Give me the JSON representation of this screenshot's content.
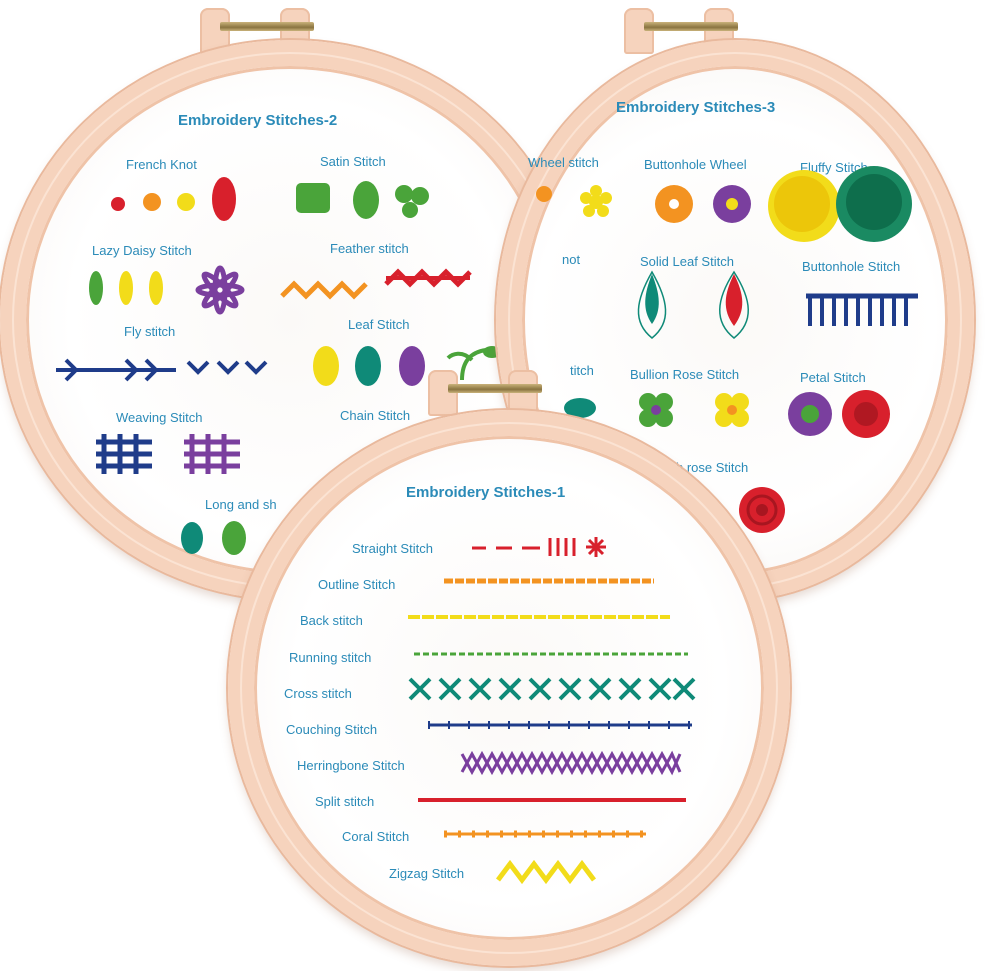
{
  "hoops": [
    {
      "title": "Embroidery Stitches-2",
      "labels": [
        "French Knot",
        "Satin Stitch",
        "Lazy Daisy Stitch",
        "Feather stitch",
        "Fly stitch",
        "Leaf Stitch",
        "Weaving Stitch",
        "Chain Stitch",
        "Long and sh"
      ]
    },
    {
      "title": "Embroidery Stitches-3",
      "labels": [
        "Wheel stitch",
        "Buttonhole Wheel",
        "Fluffy Stitch",
        "not",
        "Solid Leaf Stitch",
        "Buttonhole Stitch",
        "titch",
        "Bullion Rose Stitch",
        "Petal Stitch",
        "h rose Stitch"
      ]
    },
    {
      "title": "Embroidery Stitches-1",
      "labels": [
        "Straight Stitch",
        "Outline Stitch",
        "Back stitch",
        "Running stitch",
        "Cross stitch",
        "Couching Stitch",
        "Herringbone Stitch",
        "Split stitch",
        "Coral Stitch",
        "Zigzag Stitch"
      ]
    }
  ],
  "colors": {
    "hoop": "#f6d3bd",
    "label": "#2b8bb8",
    "red": "#d8202c",
    "orange": "#f39321",
    "yellow": "#f2dc1a",
    "green": "#4aa43a",
    "teal": "#0f8a78",
    "navy": "#1f3c8a",
    "purple": "#7a3f9e"
  }
}
